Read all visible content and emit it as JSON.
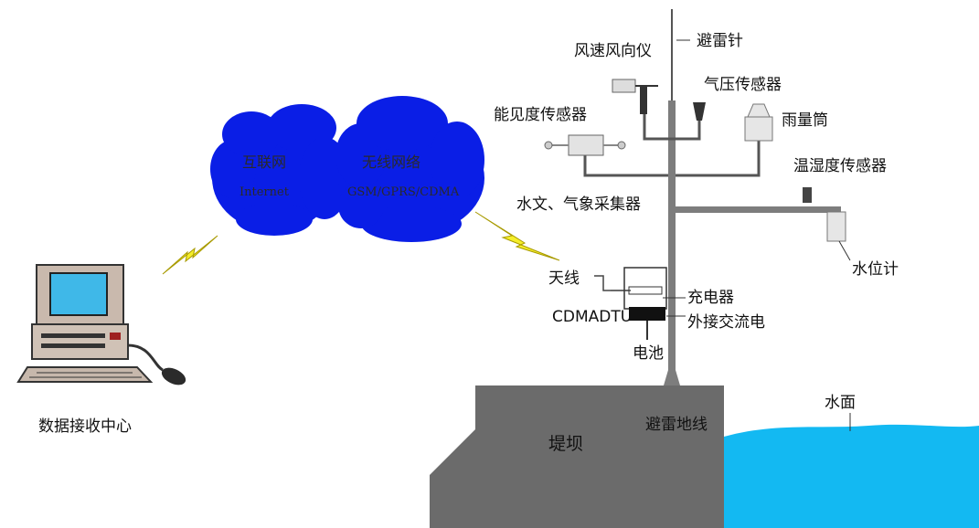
{
  "labels": {
    "lightning_rod": "避雷针",
    "wind_sensor": "风速风向仪",
    "pressure_sensor": "气压传感器",
    "visibility_sensor": "能见度传感器",
    "rain_gauge": "雨量筒",
    "temp_humidity_sensor": "温湿度传感器",
    "collector": "水文、气象采集器",
    "water_level_meter": "水位计",
    "antenna": "天线",
    "charger": "充电器",
    "dtu": "CDMADTU",
    "ac_power": "外接交流电",
    "battery": "电池",
    "ground_wire": "避雷地线",
    "dam": "堤坝",
    "water_surface": "水面",
    "data_center": "数据接收中心"
  },
  "clouds": {
    "left_line1": "互联网",
    "left_line2": "Internet",
    "right_line1": "无线网络",
    "right_line2": "GSM/GPRS/CDMA"
  },
  "colors": {
    "cloud": "#0a1ee6",
    "lightning": "#f5ee2a",
    "dam": "#6b6b6b",
    "water": "#13b9f2",
    "pole": "#7d7d7d",
    "screen": "#3fb8e8"
  }
}
